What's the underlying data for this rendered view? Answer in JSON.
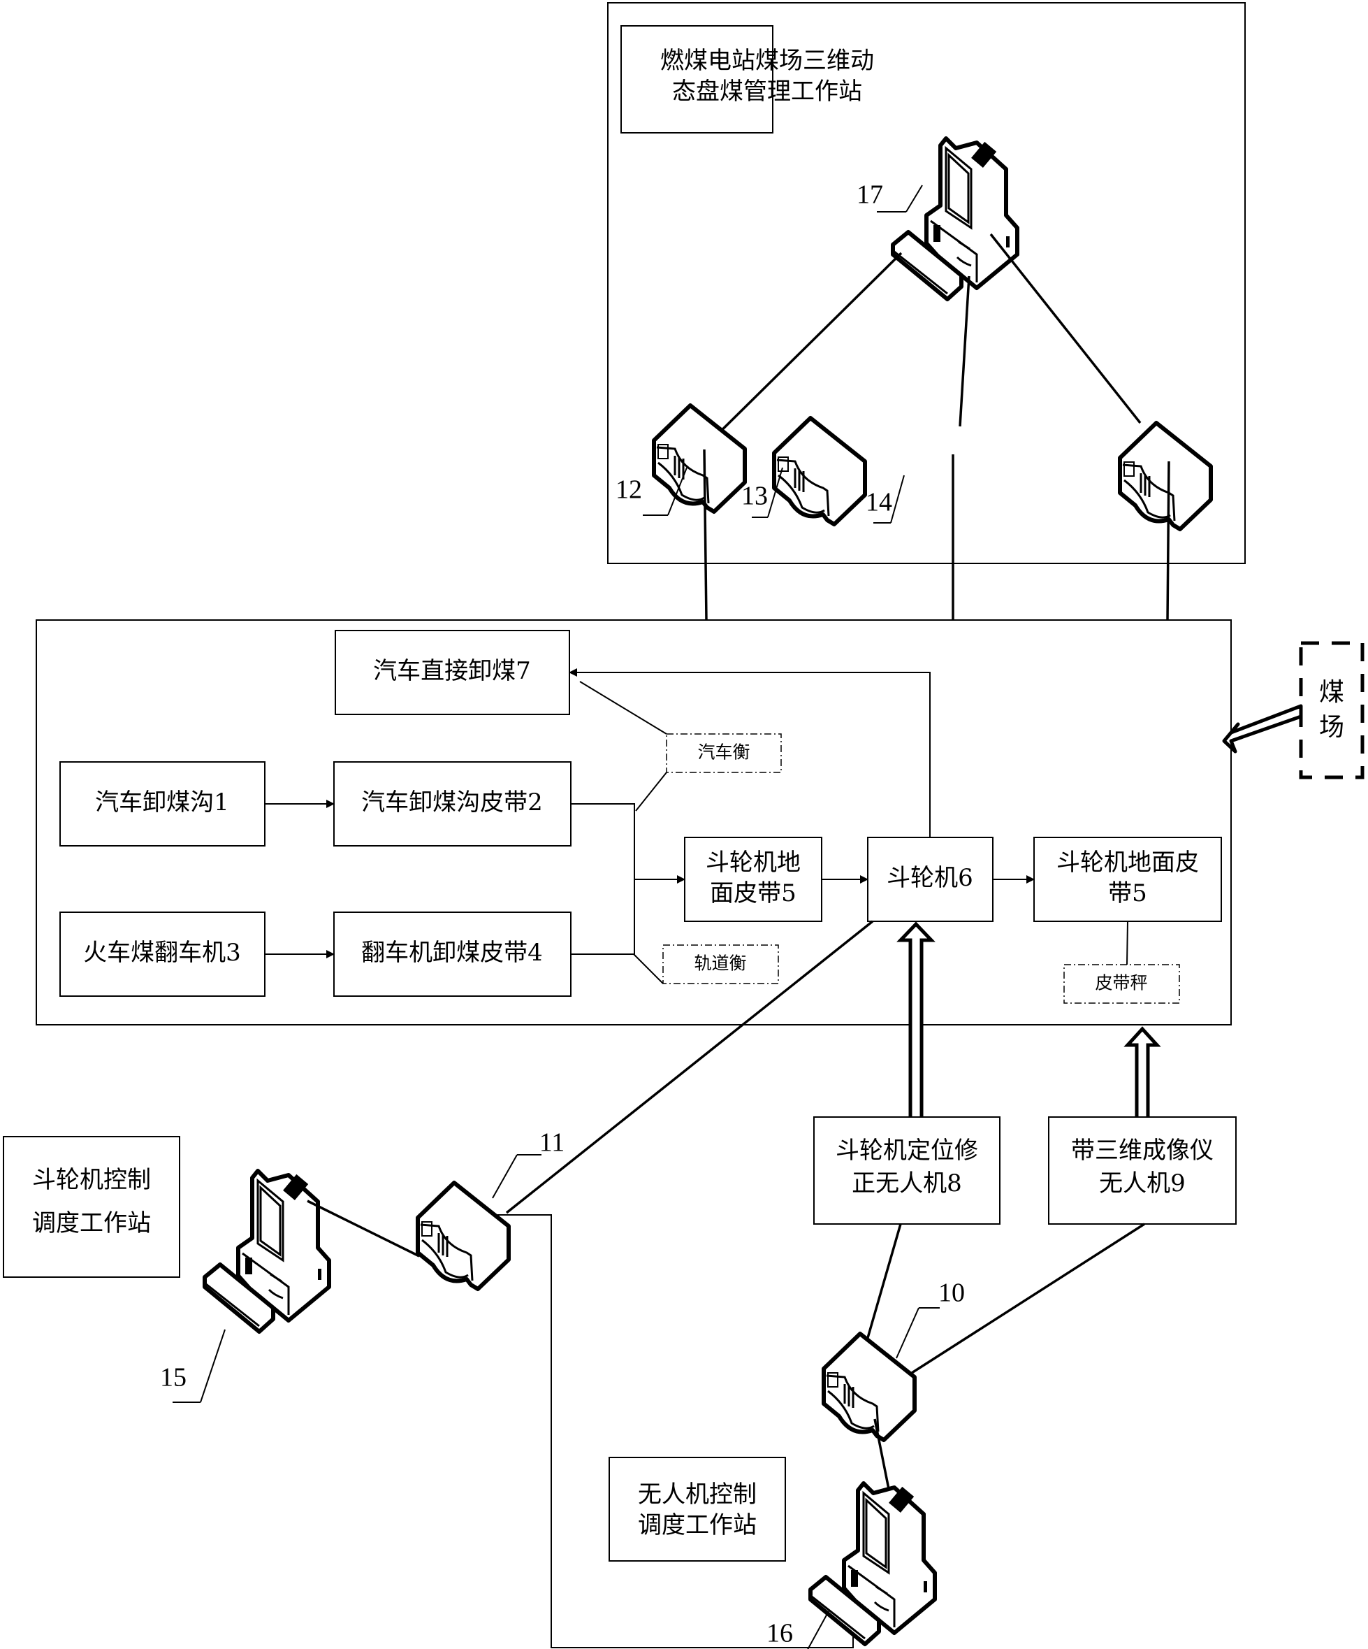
{
  "workstations": {
    "coal_management": {
      "line1": "燃煤电站煤场三维动",
      "line2": "态盘煤管理工作站",
      "computer_label": "17"
    },
    "reclaimer_control": {
      "line1": "斗轮机控制",
      "line2": "调度工作站",
      "computer_label": "15"
    },
    "drone_control": {
      "line1": "无人机控制",
      "line2": "调度工作站",
      "computer_label": "16"
    }
  },
  "switches": [
    {
      "label": "12"
    },
    {
      "label": "13"
    },
    {
      "label": "14"
    },
    {
      "label": "11"
    },
    {
      "label": "10"
    }
  ],
  "process": {
    "truck_direct_unload": "汽车直接卸煤7",
    "truck_unload_pit": "汽车卸煤沟1",
    "truck_pit_belt": "汽车卸煤沟皮带2",
    "train_dumper": "火车煤翻车机3",
    "dumper_belt": "翻车机卸煤皮带4",
    "reclaimer_ground_belt_in": {
      "line1": "斗轮机地",
      "line2": "面皮带5"
    },
    "reclaimer": "斗轮机6",
    "reclaimer_ground_belt_out": {
      "line1": "斗轮机地面皮",
      "line2": "带5"
    },
    "truck_scale": "汽车衡",
    "rail_scale": "轨道衡",
    "belt_scale": "皮带秤"
  },
  "drones": {
    "positioning_drone": {
      "line1": "斗轮机定位修",
      "line2": "正无人机8"
    },
    "imaging_drone": {
      "line1": "带三维成像仪",
      "line2": "无人机9"
    }
  },
  "coal_yard": {
    "char1": "煤",
    "char2": "场"
  }
}
